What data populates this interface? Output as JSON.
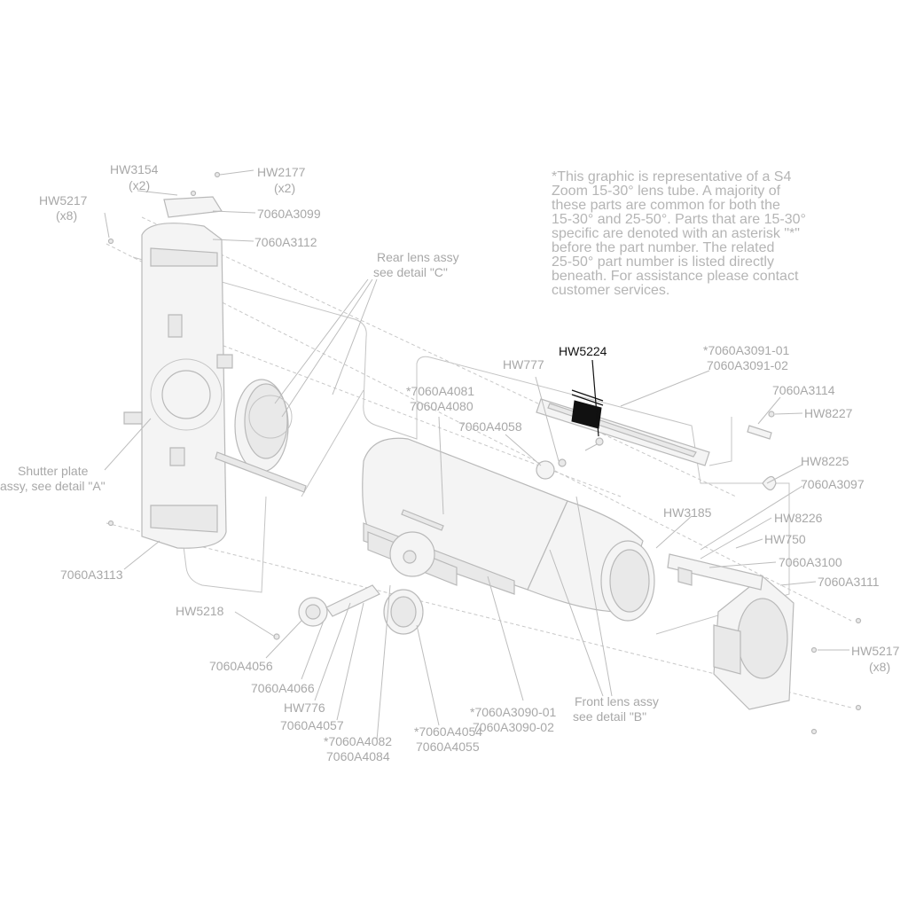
{
  "note": [
    "*This graphic is representative of a S4",
    "Zoom 15-30° lens tube. A majority of",
    "these parts are common for both the",
    "15-30° and 25-50°. Parts that are 15-30°",
    "specific are denoted with an asterisk \"*\"",
    "before the part number. The related",
    "25-50° part number is listed directly",
    "beneath.  For assistance please contact",
    "customer services."
  ],
  "highlight": "HW5224",
  "colors": {
    "label": "#a8a8a8",
    "highlight": "#111111",
    "line": "#bdbdbd"
  },
  "labels": {
    "hw3154": "HW3154",
    "hw3154_qty": "(x2)",
    "hw2177": "HW2177",
    "hw2177_qty": "(x2)",
    "hw5217_top": "HW5217",
    "hw5217_top_qty": "(x8)",
    "p7060a3099": "7060A3099",
    "p7060a3112": "7060A3112",
    "rear_lens_1": "Rear lens assy",
    "rear_lens_2": "see detail \"C\"",
    "shutter_1": "Shutter plate",
    "shutter_2": "assy, see detail \"A\"",
    "p7060a3113": "7060A3113",
    "hw5218": "HW5218",
    "p7060a4056": "7060A4056",
    "p7060a4066": "7060A4066",
    "hw776": "HW776",
    "p7060a4057": "7060A4057",
    "p7060a4082": "*7060A4082",
    "p7060a4084": "7060A4084",
    "p7060a4054": "*7060A4054",
    "p7060a4055": "7060A4055",
    "p7060a3090_01": "*7060A3090-01",
    "p7060a3090_02": "7060A3090-02",
    "front_lens_1": "Front lens assy",
    "front_lens_2": "see detail \"B\"",
    "p7060a4081": "*7060A4081",
    "p7060a4080": "7060A4080",
    "p7060a4058": "7060A4058",
    "hw777": "HW777",
    "hw5224": "HW5224",
    "p7060a3091_01": "*7060A3091-01",
    "p7060a3091_02": "7060A3091-02",
    "p7060a3114": "7060A3114",
    "hw8227": "HW8227",
    "hw8225": "HW8225",
    "p7060a3097": "7060A3097",
    "hw3185": "HW3185",
    "hw8226": "HW8226",
    "hw750": "HW750",
    "p7060a3100": "7060A3100",
    "p7060a3111": "7060A3111",
    "hw5217_bottom": "HW5217",
    "hw5217_bottom_qty": "(x8)"
  }
}
